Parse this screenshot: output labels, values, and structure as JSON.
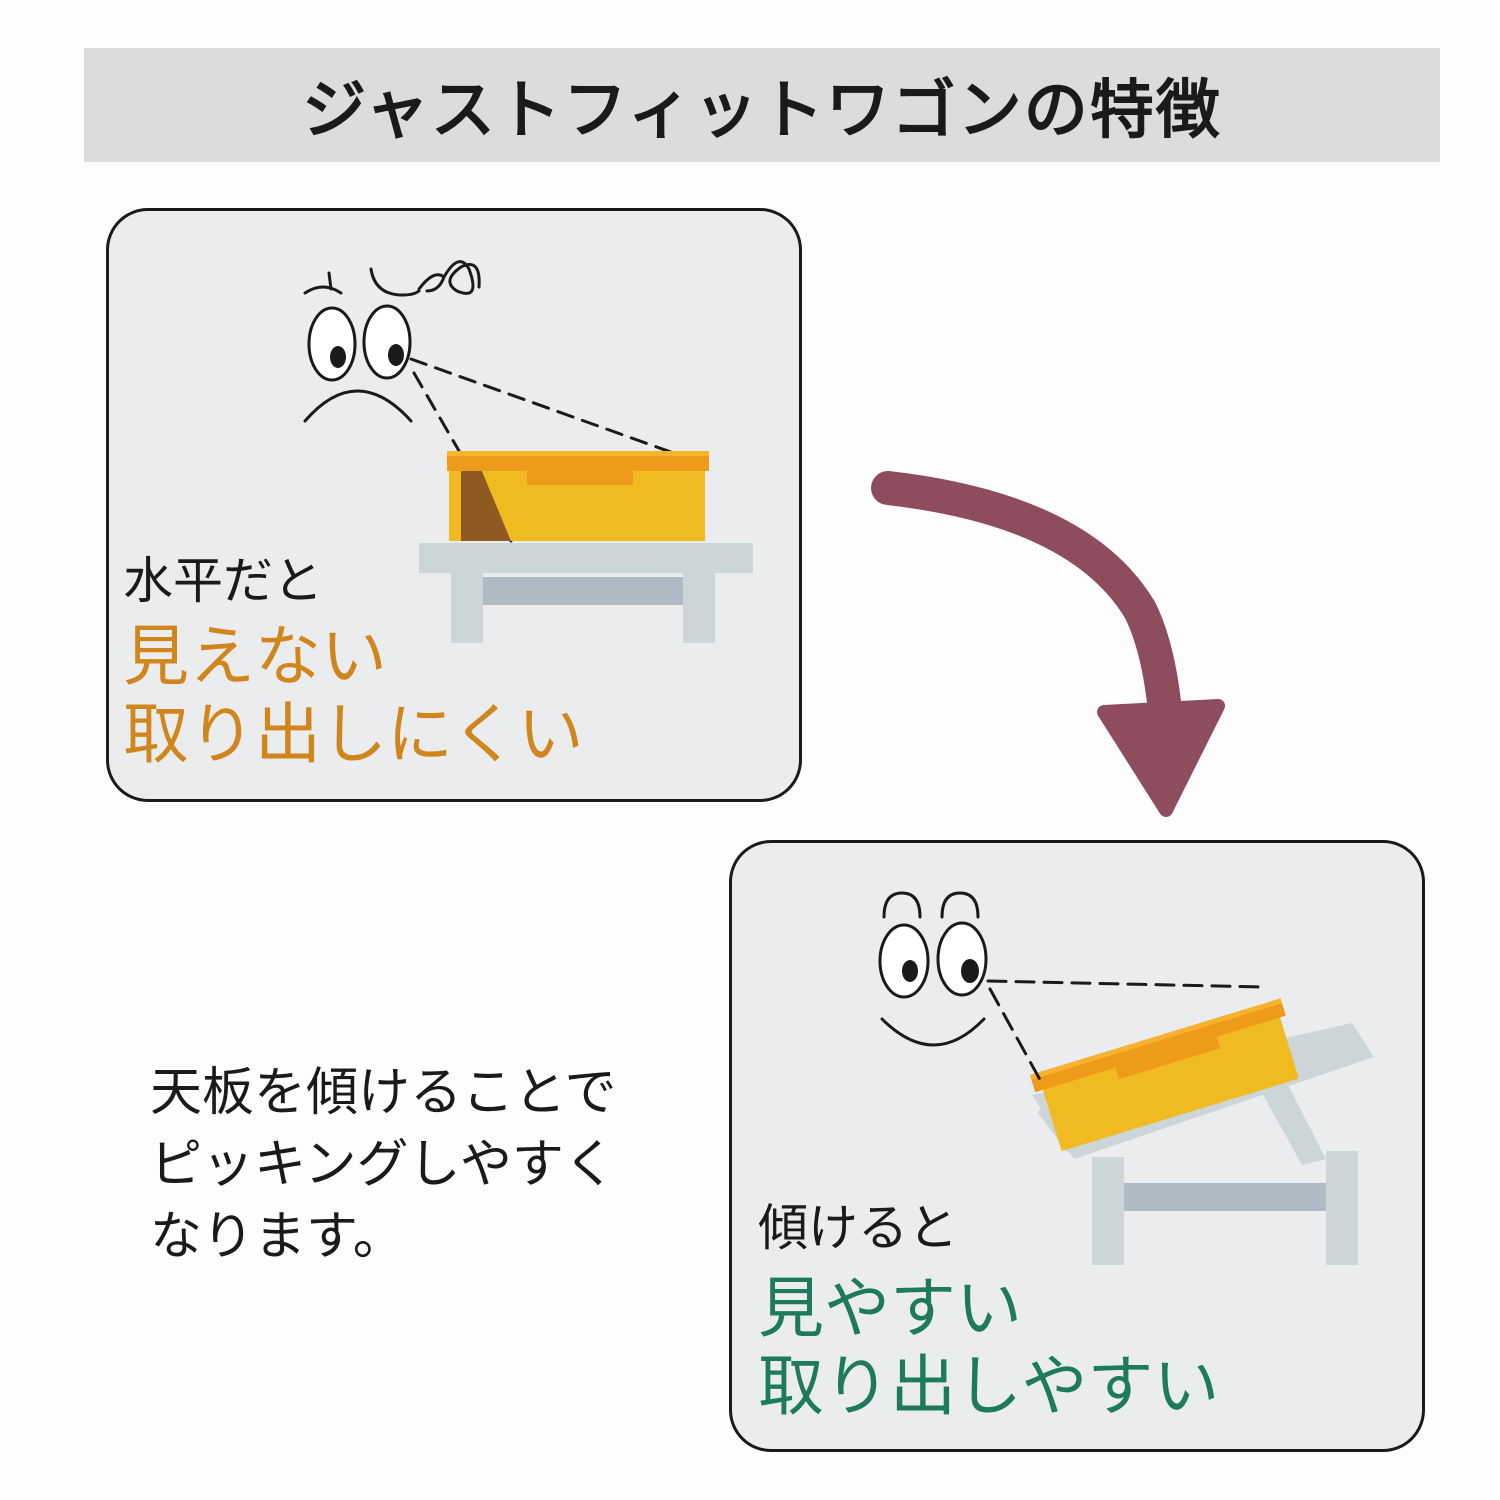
{
  "title": "ジャストフィットワゴンの特徴",
  "panel_before": {
    "line1": "水平だと",
    "line2": "見えない",
    "line3": "取り出しにくい"
  },
  "panel_after": {
    "line1": "傾けると",
    "line2": "見やすい",
    "line3": "取り出しやすい"
  },
  "description": [
    "天板を傾けることで",
    "ピッキングしやすく",
    "なります。"
  ],
  "colors": {
    "title_bg": "#dcdcdc",
    "panel_bg": "#ebeced",
    "negative_text": "#d0861c",
    "positive_text": "#1d7a5a",
    "arrow": "#8e4d5f",
    "container_body": "#f0bb21",
    "container_lid": "#ee9a1a",
    "wagon": "#ccd5d8"
  },
  "icons": [
    "worried-face-icon",
    "happy-face-icon",
    "curved-arrow-icon"
  ]
}
